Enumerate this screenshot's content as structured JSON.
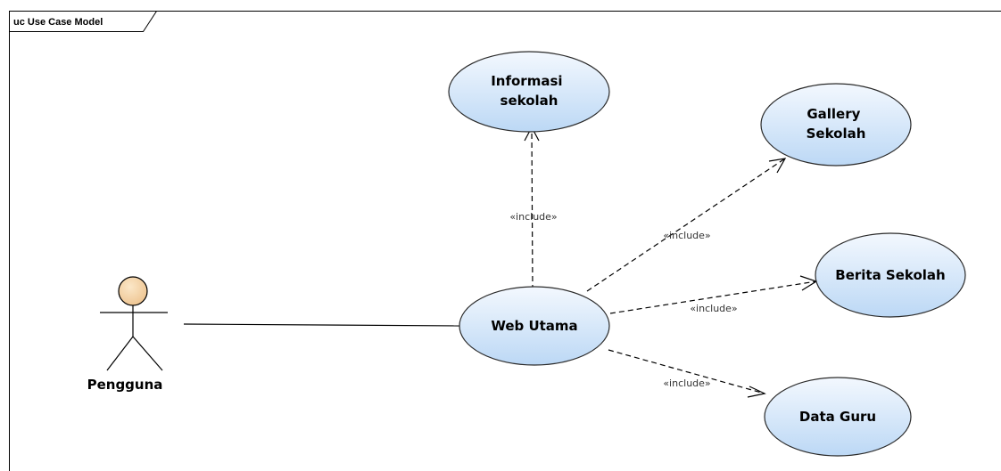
{
  "frame": {
    "label": "uc Use Case Model"
  },
  "actor": {
    "name": "Pengguna"
  },
  "use_cases": {
    "web_utama": [
      "Web Utama"
    ],
    "informasi": [
      "Informasi",
      "sekolah"
    ],
    "gallery": [
      "Gallery",
      "Sekolah"
    ],
    "berita": [
      "Berita Sekolah"
    ],
    "data_guru": [
      "Data Guru"
    ]
  },
  "relations": {
    "include_label": "«include»"
  },
  "colors": {
    "usecase_fill_top": "#f3f8fe",
    "usecase_fill_bottom": "#bcd8f5",
    "usecase_stroke": "#2a2a2a",
    "actor_head": "#f3d3a5"
  }
}
